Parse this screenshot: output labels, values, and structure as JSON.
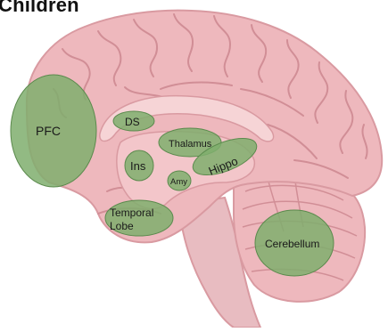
{
  "title": "Children",
  "regions": {
    "pfc": "PFC",
    "ds": "DS",
    "thalamus": "Thalamus",
    "ins": "Ins",
    "amy": "Amy",
    "hippo": "Hippo",
    "temporal_line1": "Temporal",
    "temporal_line2": "Lobe",
    "cerebellum": "Cerebellum"
  },
  "colors": {
    "brain": "#eeb8bd",
    "brain_outline": "#d99aa1",
    "gyri": "#d18e96",
    "inner": "#f6d4d6",
    "brainstem": "#e8bcc1",
    "highlight": "#7fae6d",
    "highlight_outline": "#5b8a4d"
  }
}
